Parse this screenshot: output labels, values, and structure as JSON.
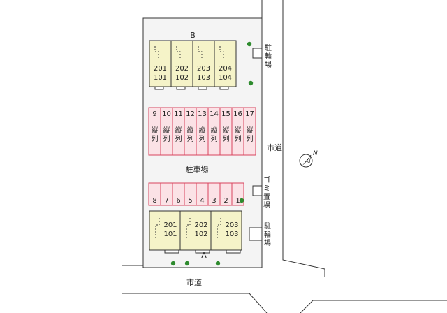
{
  "buildings": {
    "b": {
      "label": "B",
      "units": [
        {
          "upper": "201",
          "lower": "101"
        },
        {
          "upper": "202",
          "lower": "102"
        },
        {
          "upper": "203",
          "lower": "103"
        },
        {
          "upper": "204",
          "lower": "104"
        }
      ]
    },
    "a": {
      "label": "A",
      "units": [
        {
          "upper": "201",
          "lower": "101"
        },
        {
          "upper": "202",
          "lower": "102"
        },
        {
          "upper": "203",
          "lower": "103"
        }
      ]
    }
  },
  "parking": {
    "label": "駐車場",
    "upper_row": {
      "numbers": [
        "9",
        "10",
        "11",
        "12",
        "13",
        "14",
        "15",
        "16",
        "17"
      ],
      "note": "縦列"
    },
    "lower_row": {
      "numbers": [
        "8",
        "7",
        "6",
        "5",
        "4",
        "3",
        "2",
        "1"
      ]
    }
  },
  "facilities": {
    "bicycle_top": "駐輪場",
    "garbage": "ゴミ置場",
    "bicycle_bottom": "駐輪場"
  },
  "roads": {
    "east": "市道",
    "south": "市道"
  },
  "compass": {
    "north_label": "N",
    "icon": "compass-north-arrow-icon"
  },
  "colors": {
    "building_fill": "#f5f3c8",
    "parking_stall": "#fbe2e6",
    "parking_border": "#d9445e",
    "lot_fill": "#f4f4f4",
    "tree": "#2e8b2e"
  }
}
